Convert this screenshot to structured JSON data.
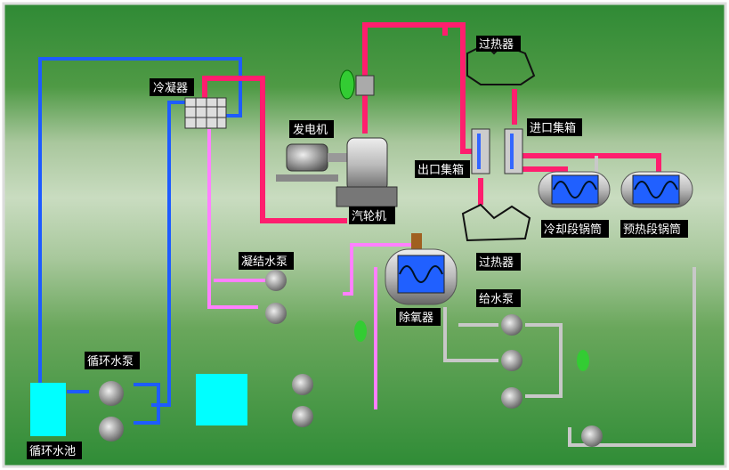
{
  "labels": {
    "condenser": "冷凝器",
    "generator": "发电机",
    "turbine": "汽轮机",
    "superheater_top": "过热器",
    "inlet_header": "进口集箱",
    "outlet_header": "出口集箱",
    "cooling_drum": "冷却段锅筒",
    "preheat_drum": "预热段锅筒",
    "superheater_bottom": "过热器",
    "condensate_pump": "凝结水泵",
    "deaerator": "除氧器",
    "feed_pump": "给水泵",
    "circ_pump": "循环水泵",
    "circ_pool": "循环水池"
  },
  "colors": {
    "circulating_water": "#1e5cff",
    "steam": "#ff1e6e",
    "condensate": "#ff80ff",
    "feedwater": "#c8c8c8",
    "pool": "#00ffff",
    "drum_screen": "#2060ff"
  }
}
